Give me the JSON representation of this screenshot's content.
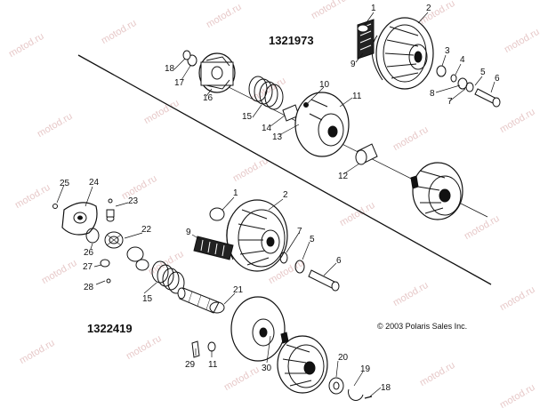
{
  "assembly_upper": "1321973",
  "assembly_lower": "1322419",
  "copyright": "© 2003 Polaris Sales Inc.",
  "watermark": "motod.ru",
  "callouts_upper": [
    "1",
    "2",
    "3",
    "4",
    "5",
    "6",
    "7",
    "8",
    "9",
    "10",
    "11",
    "12",
    "13",
    "14",
    "15",
    "16",
    "17",
    "18"
  ],
  "callouts_lower": [
    "1",
    "2",
    "5",
    "6",
    "7",
    "9",
    "11",
    "15",
    "18",
    "19",
    "20",
    "21",
    "22",
    "23",
    "24",
    "25",
    "26",
    "27",
    "28",
    "29",
    "30"
  ]
}
